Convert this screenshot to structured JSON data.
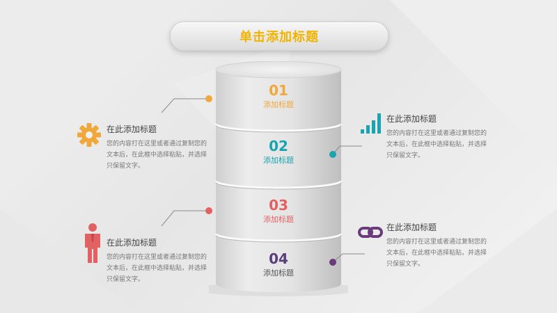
{
  "title": "单击添加标题",
  "colors": {
    "orange": "#f0a83a",
    "teal": "#1aa3b0",
    "red": "#e26263",
    "purple": "#6a3b7a",
    "title": "#f0b400"
  },
  "segments": [
    {
      "num": "01",
      "label": "添加标题"
    },
    {
      "num": "02",
      "label": "添加标题"
    },
    {
      "num": "03",
      "label": "添加标题"
    },
    {
      "num": "04",
      "label": "添加标题"
    }
  ],
  "blocks": [
    {
      "heading": "在此添加标题",
      "body": "您的内容打在这里或者通过复制您的文本后，在此框中选择粘贴，并选择只保留文字。",
      "icon": "gear-icon"
    },
    {
      "heading": "在此添加标题",
      "body": "您的内容打在这里或者通过复制您的文本后，在此框中选择粘贴，并选择只保留文字。",
      "icon": "bar-chart-icon"
    },
    {
      "heading": "在此添加标题",
      "body": "您的内容打在这里或者通过复制您的文本后，在此框中选择粘贴，并选择只保留文字。",
      "icon": "person-icon"
    },
    {
      "heading": "在此添加标题",
      "body": "您的内容打在这里或者通过复制您的文本后，在此框中选择粘贴，并选择只保留文字。",
      "icon": "link-icon"
    }
  ]
}
